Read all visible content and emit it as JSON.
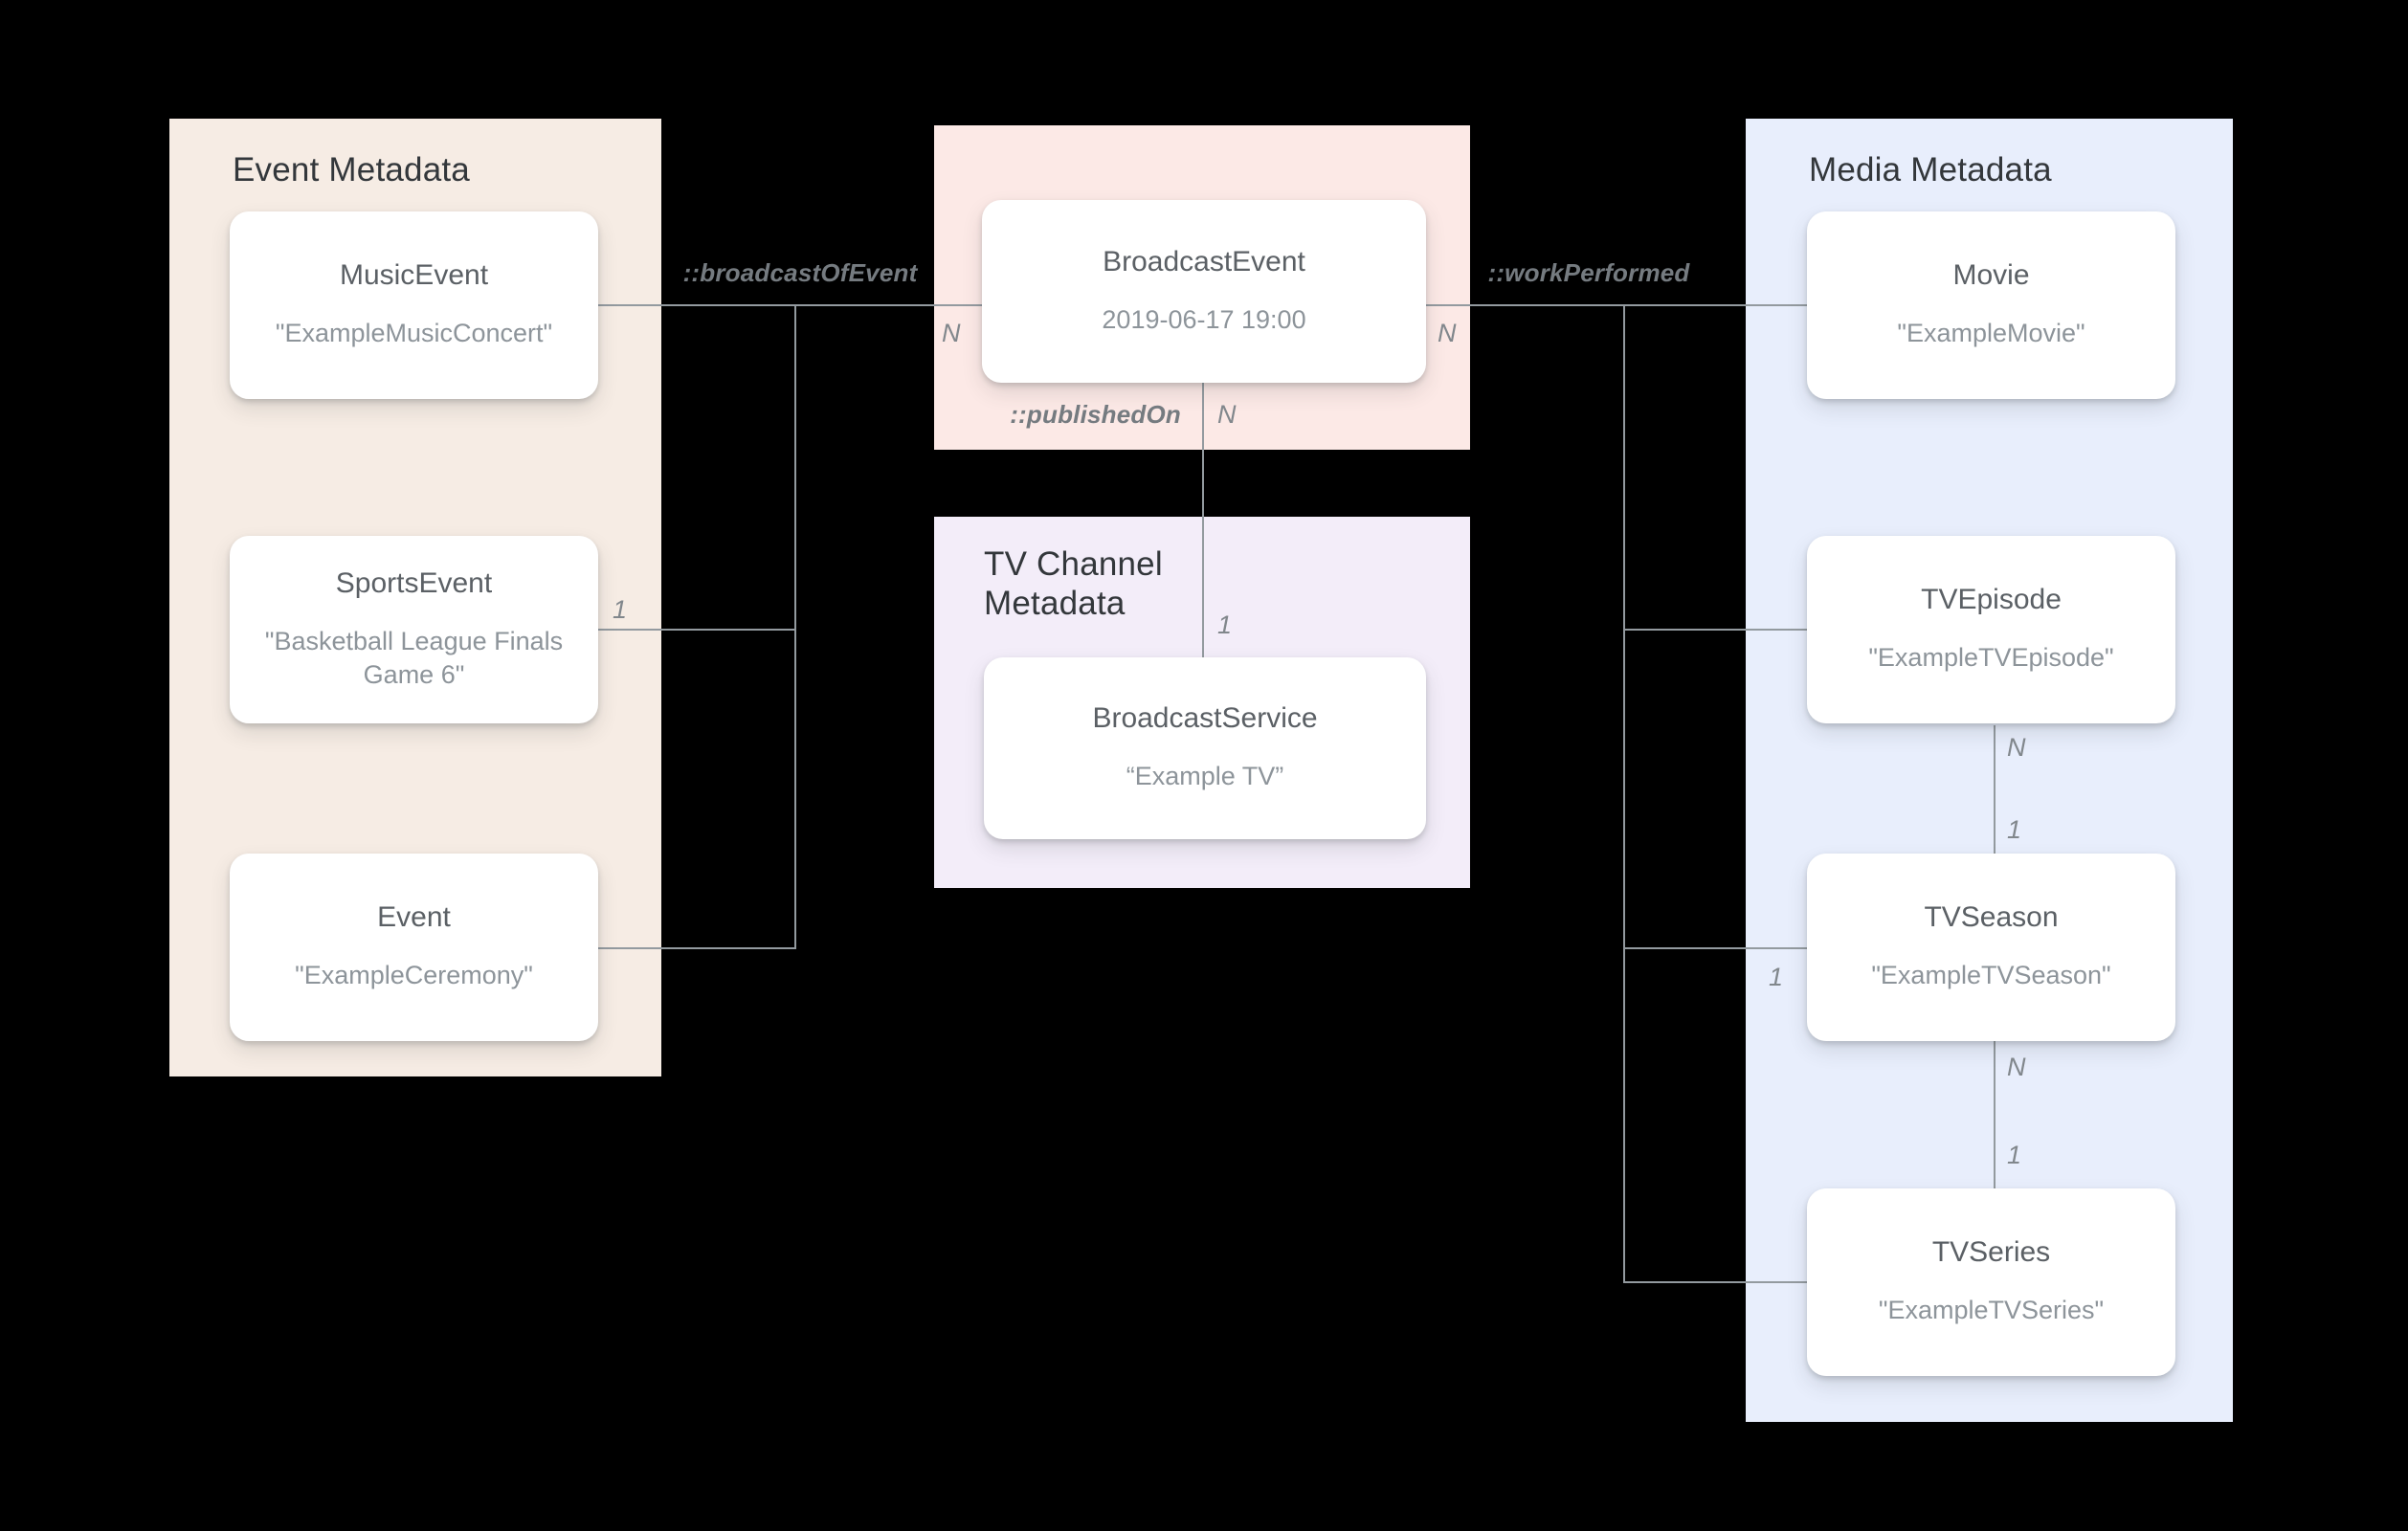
{
  "canvas": {
    "background": "#000000"
  },
  "colors": {
    "event_panel": "#F6ECE4",
    "broadcast_panel": "#FCE9E6",
    "tv_channel_panel": "#F3EDF9",
    "media_panel": "#E8EEFC",
    "card": "#FFFFFF",
    "connector": "#939A9F",
    "panel_title": "#33373B",
    "card_title": "#5B6065",
    "card_subtitle": "#8D949A",
    "edge_label": "#757B80"
  },
  "panels": [
    {
      "id": "event-metadata",
      "title": "Event Metadata"
    },
    {
      "id": "broadcast-event-group",
      "title": ""
    },
    {
      "id": "tv-channel-metadata",
      "title": "TV Channel Metadata"
    },
    {
      "id": "media-metadata",
      "title": "Media Metadata"
    }
  ],
  "nodes": [
    {
      "id": "music-event",
      "title": "MusicEvent",
      "subtitle": "\"ExampleMusicConcert\""
    },
    {
      "id": "sports-event",
      "title": "SportsEvent",
      "subtitle": "\"Basketball League Finals Game 6\""
    },
    {
      "id": "event",
      "title": "Event",
      "subtitle": "\"ExampleCeremony\""
    },
    {
      "id": "broadcast-event",
      "title": "BroadcastEvent",
      "subtitle": "2019-06-17 19:00"
    },
    {
      "id": "broadcast-service",
      "title": "BroadcastService",
      "subtitle": "“Example TV”"
    },
    {
      "id": "movie",
      "title": "Movie",
      "subtitle": "\"ExampleMovie\""
    },
    {
      "id": "tv-episode",
      "title": "TVEpisode",
      "subtitle": "\"ExampleTVEpisode\""
    },
    {
      "id": "tv-season",
      "title": "TVSeason",
      "subtitle": "\"ExampleTVSeason\""
    },
    {
      "id": "tv-series",
      "title": "TVSeries",
      "subtitle": "\"ExampleTVSeries\""
    }
  ],
  "edge_labels": [
    {
      "id": "broadcast-of-event",
      "text": "::broadcastOfEvent"
    },
    {
      "id": "work-performed",
      "text": "::workPerformed"
    },
    {
      "id": "published-on",
      "text": "::publishedOn"
    }
  ],
  "cardinalities": [
    {
      "id": "n-broadcast-left",
      "text": "N"
    },
    {
      "id": "n-broadcast-right",
      "text": "N"
    },
    {
      "id": "one-sports-event",
      "text": "1"
    },
    {
      "id": "n-published-on",
      "text": "N"
    },
    {
      "id": "one-published-on",
      "text": "1"
    },
    {
      "id": "one-tv-season-left",
      "text": "1"
    },
    {
      "id": "n-episode-season",
      "text": "N"
    },
    {
      "id": "one-episode-season",
      "text": "1"
    },
    {
      "id": "n-season-series",
      "text": "N"
    },
    {
      "id": "one-season-series",
      "text": "1"
    }
  ]
}
